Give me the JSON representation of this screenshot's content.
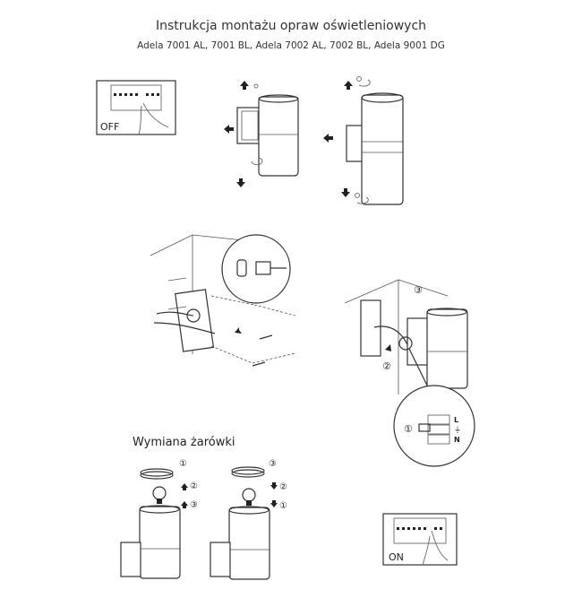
{
  "header": {
    "title": "Instrukcja montażu opraw oświetleniowych",
    "subtitle": "Adela 7001 AL, 7001 BL, Adela 7002 AL, 7002 BL, Adela 9001 DG"
  },
  "power_off": {
    "label": "OFF"
  },
  "power_on": {
    "label": "ON"
  },
  "wiring": {
    "steps": [
      "①",
      "②",
      "③"
    ],
    "terminals": [
      "L",
      "⏚",
      "N"
    ]
  },
  "bulb_replacement": {
    "title": "Wymiana żarówki",
    "removal_steps": [
      "①",
      "②",
      "③"
    ],
    "install_steps": [
      "③",
      "②",
      "①"
    ]
  }
}
